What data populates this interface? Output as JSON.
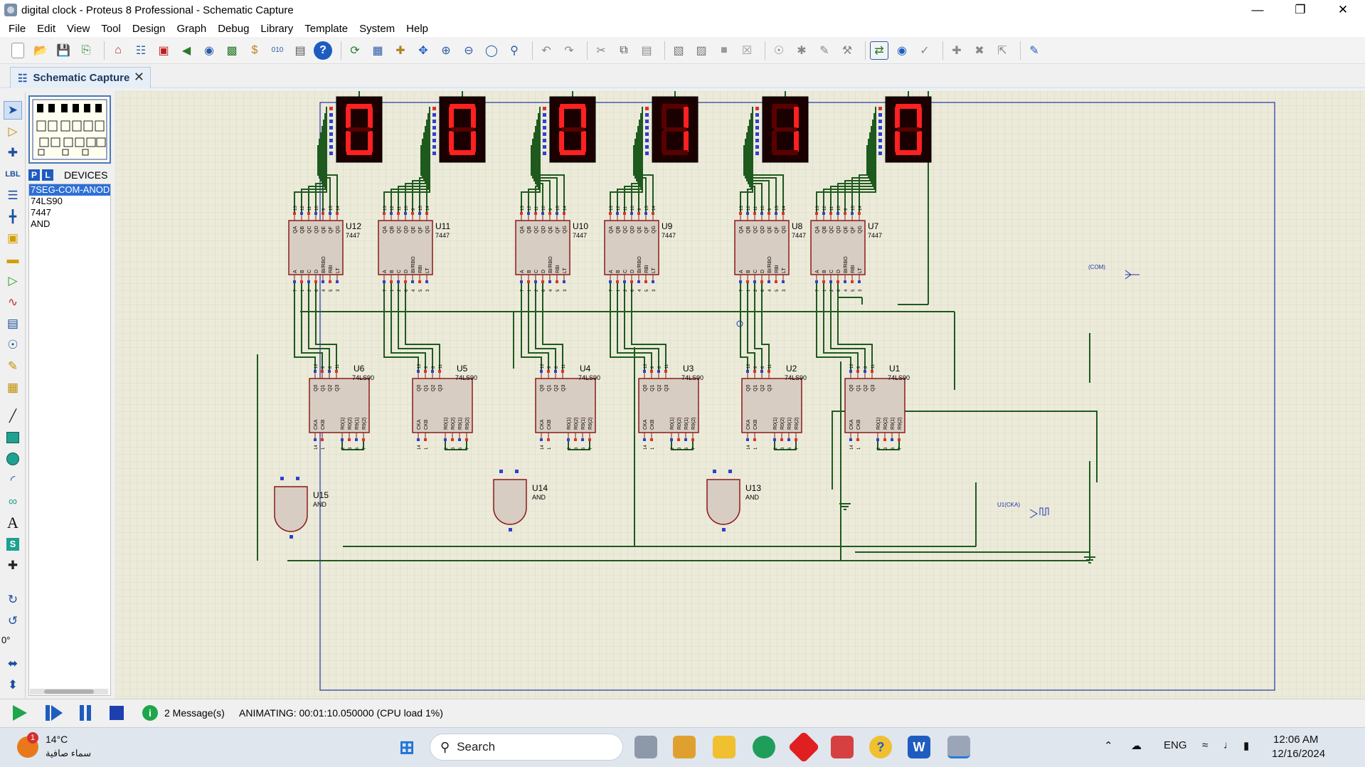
{
  "window": {
    "title": "digital clock - Proteus 8 Professional - Schematic Capture",
    "minimize": "—",
    "maximize": "❐",
    "close": "✕"
  },
  "menu": [
    "File",
    "Edit",
    "View",
    "Tool",
    "Design",
    "Graph",
    "Debug",
    "Library",
    "Template",
    "System",
    "Help"
  ],
  "tab": {
    "label": "Schematic Capture",
    "close": "✕"
  },
  "devices": {
    "header": "DEVICES",
    "p": "P",
    "l": "L",
    "items": [
      "7SEG-COM-ANOD",
      "74LS90",
      "7447",
      "AND"
    ],
    "selected": 0
  },
  "rotation": "0°",
  "schematic": {
    "displays": [
      "0",
      "0",
      "0",
      "1",
      "1",
      "0"
    ],
    "decoders": [
      {
        "ref": "U12",
        "part": "7447"
      },
      {
        "ref": "U11",
        "part": "7447"
      },
      {
        "ref": "U10",
        "part": "7447"
      },
      {
        "ref": "U9",
        "part": "7447"
      },
      {
        "ref": "U8",
        "part": "7447"
      },
      {
        "ref": "U7",
        "part": "7447"
      }
    ],
    "counters": [
      {
        "ref": "U6",
        "part": "74LS90"
      },
      {
        "ref": "U5",
        "part": "74LS90"
      },
      {
        "ref": "U4",
        "part": "74LS90"
      },
      {
        "ref": "U3",
        "part": "74LS90"
      },
      {
        "ref": "U2",
        "part": "74LS90"
      },
      {
        "ref": "U1",
        "part": "74LS90"
      }
    ],
    "gates": [
      {
        "ref": "U15",
        "part": "AND"
      },
      {
        "ref": "U14",
        "part": "AND"
      },
      {
        "ref": "U13",
        "part": "AND"
      }
    ],
    "decoder_top_pins": [
      "QA",
      "QB",
      "QC",
      "QD",
      "QE",
      "QF",
      "QG"
    ],
    "decoder_top_nums": [
      "13",
      "12",
      "11",
      "10",
      "9",
      "15",
      "14"
    ],
    "decoder_bottom_pins": [
      "A",
      "B",
      "C",
      "D",
      "BI/RBO",
      "RBI",
      "LT"
    ],
    "decoder_bottom_nums": [
      "7",
      "1",
      "2",
      "6",
      "4",
      "5",
      "3"
    ],
    "counter_top_pins": [
      "Q0",
      "Q1",
      "Q2",
      "Q3"
    ],
    "counter_top_nums": [
      "12",
      "9",
      "8",
      "11"
    ],
    "counter_bottom_pins": [
      "CKA",
      "CKB",
      "R0(1)",
      "R0(2)",
      "R9(1)",
      "R9(2)"
    ],
    "counter_bottom_nums": [
      "14",
      "1",
      "2",
      "3",
      "6",
      "7"
    ],
    "com_label": "(COM)",
    "clock_label": "U1(CKA)"
  },
  "status": {
    "messages": "2 Message(s)",
    "animating": "ANIMATING: 00:01:10.050000 (CPU load 1%)"
  },
  "taskbar": {
    "weather_temp": "14°C",
    "weather_desc": "سماء صافية",
    "weather_badge": "1",
    "search": "Search",
    "lang": "ENG",
    "time": "12:06 AM",
    "date": "12/16/2024"
  },
  "colors": {
    "canvas": "#ecebda",
    "grid": "#cfcdb8",
    "wire": "#1e5a1e",
    "ic_fill": "#d8cdc2",
    "ic_border": "#8b1a1a",
    "seg_on": "#ff2020",
    "seg_off": "#5a0000",
    "display_bg": "#1a0000",
    "pin_red": "#e03030",
    "pin_blue": "#3040d0"
  }
}
